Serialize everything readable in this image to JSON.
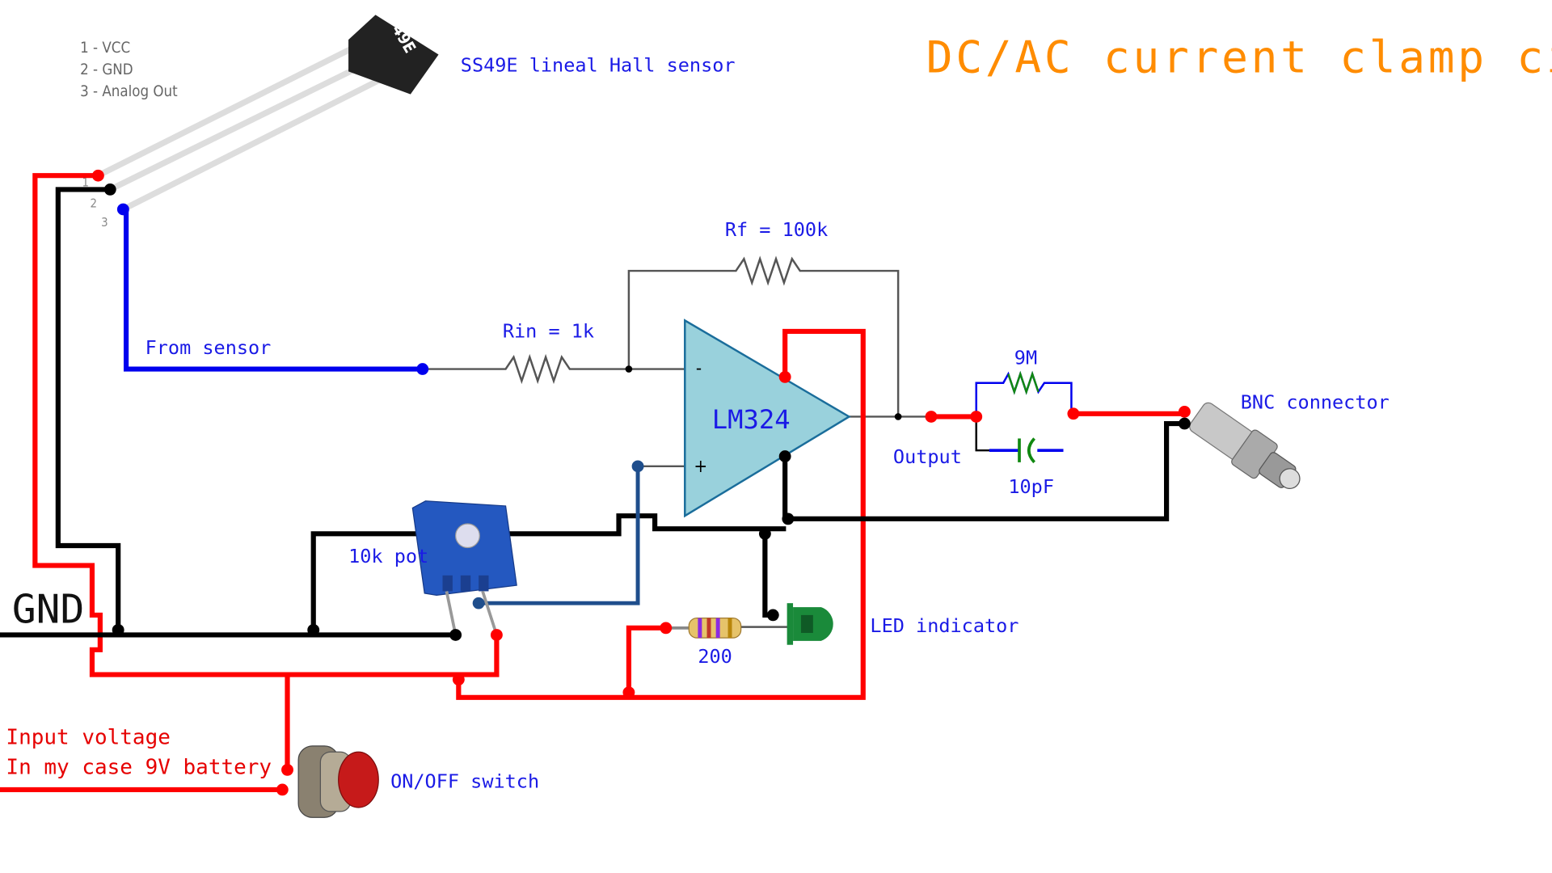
{
  "title": "DC/AC current clamp circuit",
  "colors": {
    "title": "#ff8c00",
    "wire_red": "#ff0000",
    "wire_black": "#000000",
    "wire_blue": "#0000ee",
    "wire_navy": "#1f4e8c",
    "label": "#1a1ae6",
    "opamp_fill": "#99d1dc"
  },
  "sensor": {
    "chip_text": "49E",
    "pinout": [
      "1 - VCC",
      "2 - GND",
      "3 - Analog Out"
    ],
    "pin_numbers": [
      "1",
      "2",
      "3"
    ],
    "label": "SS49E lineal Hall sensor"
  },
  "labels": {
    "from_sensor": "From sensor",
    "rin": "Rin = 1k",
    "rf": "Rf = 100k",
    "opamp": "LM324",
    "minus": "-",
    "plus": "+",
    "output": "Output",
    "r_9m": "9M",
    "c_10pf": "10pF",
    "bnc": "BNC connector",
    "pot": "10k pot",
    "gnd": "GND",
    "r_200": "200",
    "led": "LED indicator",
    "input_voltage_1": "Input voltage",
    "input_voltage_2": "In my case 9V battery",
    "switch": "ON/OFF switch"
  }
}
